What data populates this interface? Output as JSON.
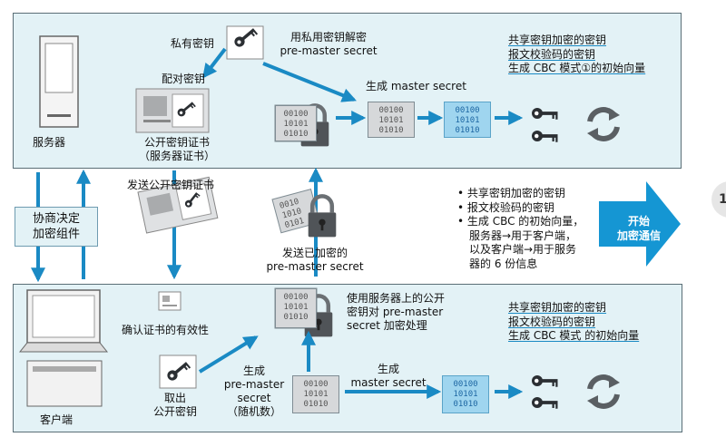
{
  "server": {
    "label": "服务器",
    "private_key": "私有密钥",
    "decrypt_with_private": "用私用密钥解密",
    "pre_master_secret": "pre-master secret",
    "paired_key": "配对密钥",
    "public_cert_line1": "公开密钥证书",
    "public_cert_line2": "（服务器证书）",
    "generate_master_secret": "生成 master secret",
    "keys_line1": "共享密钥加密的密钥",
    "keys_line2": "报文校验码的密钥",
    "keys_line3": "生成 CBC 模式①的初始向量"
  },
  "middle": {
    "negotiate": [
      "协商决定",
      "加密组件"
    ],
    "send_cert": "发送公开密钥证书",
    "send_encrypted_line1": "发送已加密的",
    "send_encrypted_line2": "pre-master secret",
    "info_items": [
      "• 共享密钥加密的密钥",
      "• 报文校验码的密钥",
      "• 生成 CBC 的初始向量，",
      "服务器→用于客户端，",
      "以及客户端→用于服务",
      "器的 6 份信息"
    ],
    "start_encrypt": [
      "开始",
      "加密通信"
    ],
    "page_number": "1"
  },
  "client": {
    "label": "客户端",
    "verify_cert": "确认证书的有效性",
    "take_public_key": [
      "取出",
      "公开密钥"
    ],
    "generate_pms": [
      "生成",
      "pre-master",
      "secret",
      "（随机数）"
    ],
    "encrypt_desc": [
      "使用服务器上的公开",
      "密钥对 pre-master",
      "secret 加密处理"
    ],
    "generate_ms": [
      "生成",
      "master secret"
    ],
    "keys_line1": "共享密钥加密的密钥",
    "keys_line2": "报文校验码的密钥",
    "keys_line3": "生成 CBC 模式 的初始向量"
  },
  "binary": [
    "00100",
    "10101",
    "01010"
  ],
  "colors": {
    "arrow": "#1a8ac4",
    "panel": "#e3f2f6",
    "lock": "#55595c",
    "key": "#2b2f33",
    "start_arrow": "#1596d3"
  },
  "icons": [
    "server-icon",
    "laptop-icon",
    "key-icon",
    "lock-icon",
    "certificate-icon",
    "refresh-icon"
  ]
}
